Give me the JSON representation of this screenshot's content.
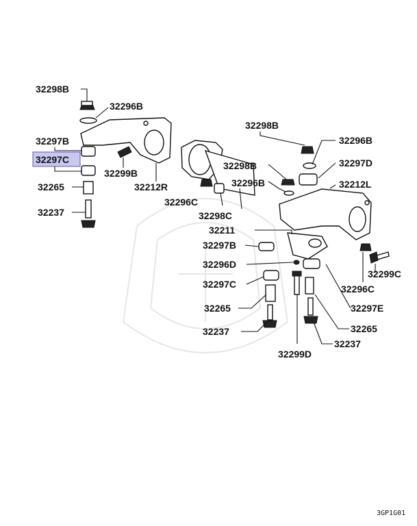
{
  "highlight_color": "#c8c8f0",
  "diagram_code": "3GP1G01",
  "labels": {
    "l_32298B_a": "32298B",
    "l_32296B_a": "32296B",
    "l_32297B_a": "32297B",
    "l_32297C_a": "32297C",
    "l_32299B": "32299B",
    "l_32265_a": "32265",
    "l_32212R": "32212R",
    "l_32237_a": "32237",
    "l_32296C_a": "32296C",
    "l_32298C": "32298C",
    "l_32298B_b": "32298B",
    "l_32298B_c": "32298B",
    "l_32296B_b": "32296B",
    "l_32296B_c": "32296B",
    "l_32297D": "32297D",
    "l_32212L": "32212L",
    "l_32211": "32211",
    "l_32297B_b": "32297B",
    "l_32296D": "32296D",
    "l_32297C_b": "32297C",
    "l_32299C": "32299C",
    "l_32296C_b": "32296C",
    "l_32297E": "32297E",
    "l_32265_b": "32265",
    "l_32265_c": "32265",
    "l_32237_b": "32237",
    "l_32237_c": "32237",
    "l_32299D": "32299D"
  }
}
